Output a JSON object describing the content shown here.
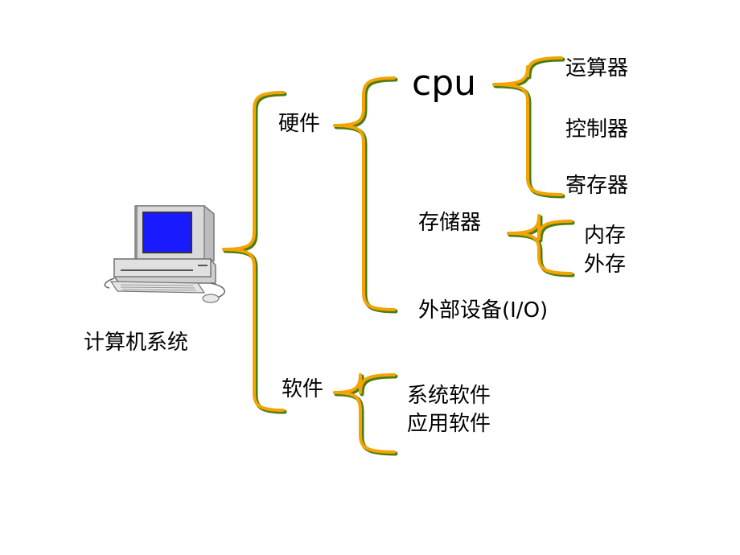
{
  "root": {
    "label": "计算机系统",
    "icon": "desktop-computer-icon"
  },
  "hardware": {
    "label": "硬件",
    "cpu": {
      "label": "cpu",
      "children": [
        "运算器",
        "控制器",
        "寄存器"
      ]
    },
    "storage": {
      "label": "存储器",
      "children": [
        "内存",
        "外存"
      ]
    },
    "peripherals": {
      "label": "外部设备(I/O)"
    }
  },
  "software": {
    "label": "软件",
    "children": [
      "系统软件",
      "应用软件"
    ]
  },
  "colors": {
    "brace": "#f5a300",
    "brace_shadow": "#4a7d12",
    "screen": "#1a1aff",
    "computer_body": "#d8d8d8"
  }
}
